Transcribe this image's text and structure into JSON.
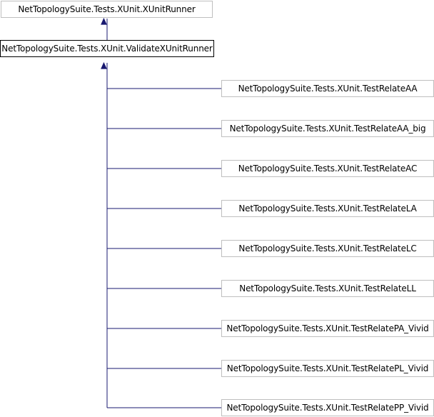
{
  "diagram": {
    "base_class": "NetTopologySuite.Tests.XUnit.XUnitRunner",
    "current_class": "NetTopologySuite.Tests.XUnit.ValidateXUnitRunner",
    "derived_classes": [
      "NetTopologySuite.Tests.XUnit.TestRelateAA",
      "NetTopologySuite.Tests.XUnit.TestRelateAA_big",
      "NetTopologySuite.Tests.XUnit.TestRelateAC",
      "NetTopologySuite.Tests.XUnit.TestRelateLA",
      "NetTopologySuite.Tests.XUnit.TestRelateLC",
      "NetTopologySuite.Tests.XUnit.TestRelateLL",
      "NetTopologySuite.Tests.XUnit.TestRelatePA_Vivid",
      "NetTopologySuite.Tests.XUnit.TestRelatePL_Vivid",
      "NetTopologySuite.Tests.XUnit.TestRelatePP_Vivid"
    ],
    "colors": {
      "edge": "#191970",
      "node_border": "#bfbfbf",
      "current_border": "#000000"
    }
  }
}
